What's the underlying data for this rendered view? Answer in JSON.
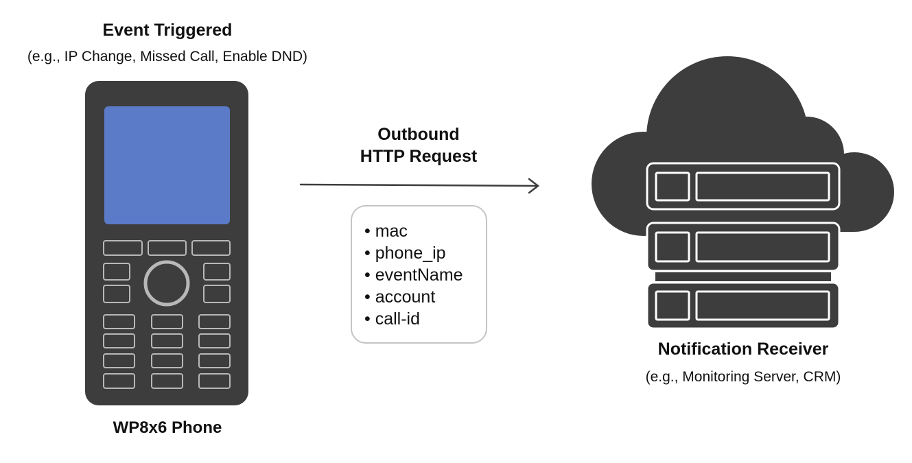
{
  "event": {
    "title": "Event Triggered",
    "subtitle": "(e.g., IP Change, Missed Call, Enable DND)"
  },
  "phone": {
    "label": "WP8x6 Phone",
    "screen_color": "#5b7bc8",
    "body_color": "#3d3d3d",
    "key_outline_color": "#b8b8b8"
  },
  "request": {
    "line1": "Outbound",
    "line2": "HTTP Request",
    "payload": [
      "mac",
      "phone_ip",
      "eventName",
      "account",
      "call-id"
    ]
  },
  "receiver": {
    "title": "Notification Receiver",
    "subtitle": "(e.g., Monitoring Server, CRM)",
    "icon": "cloud-server-icon",
    "color": "#3d3d3d"
  }
}
